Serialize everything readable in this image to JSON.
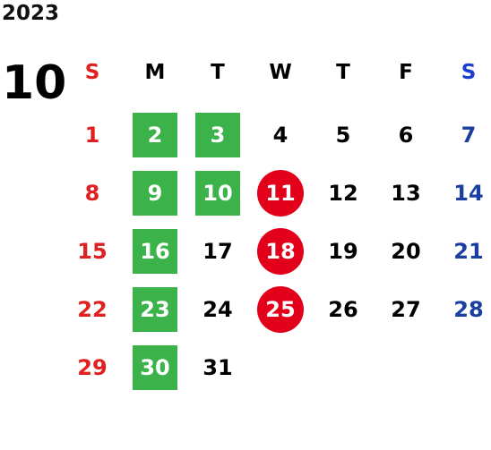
{
  "year": "2023",
  "month": "10",
  "colors": {
    "sunday": "#e02020",
    "saturday": "#1a3fa0",
    "saturday_header": "#1a3fd0",
    "weekday": "#000000",
    "green_highlight": "#3cb34a",
    "red_highlight": "#e2001a"
  },
  "weekdays": [
    "S",
    "M",
    "T",
    "W",
    "T",
    "F",
    "S"
  ],
  "weeks": [
    [
      {
        "d": "1",
        "hl": ""
      },
      {
        "d": "2",
        "hl": "green"
      },
      {
        "d": "3",
        "hl": "green"
      },
      {
        "d": "4",
        "hl": ""
      },
      {
        "d": "5",
        "hl": ""
      },
      {
        "d": "6",
        "hl": ""
      },
      {
        "d": "7",
        "hl": ""
      }
    ],
    [
      {
        "d": "8",
        "hl": ""
      },
      {
        "d": "9",
        "hl": "green"
      },
      {
        "d": "10",
        "hl": "green"
      },
      {
        "d": "11",
        "hl": "red"
      },
      {
        "d": "12",
        "hl": ""
      },
      {
        "d": "13",
        "hl": ""
      },
      {
        "d": "14",
        "hl": ""
      }
    ],
    [
      {
        "d": "15",
        "hl": ""
      },
      {
        "d": "16",
        "hl": "green"
      },
      {
        "d": "17",
        "hl": ""
      },
      {
        "d": "18",
        "hl": "red"
      },
      {
        "d": "19",
        "hl": ""
      },
      {
        "d": "20",
        "hl": ""
      },
      {
        "d": "21",
        "hl": ""
      }
    ],
    [
      {
        "d": "22",
        "hl": ""
      },
      {
        "d": "23",
        "hl": "green"
      },
      {
        "d": "24",
        "hl": ""
      },
      {
        "d": "25",
        "hl": "red"
      },
      {
        "d": "26",
        "hl": ""
      },
      {
        "d": "27",
        "hl": ""
      },
      {
        "d": "28",
        "hl": ""
      }
    ],
    [
      {
        "d": "29",
        "hl": ""
      },
      {
        "d": "30",
        "hl": "green"
      },
      {
        "d": "31",
        "hl": ""
      }
    ]
  ]
}
